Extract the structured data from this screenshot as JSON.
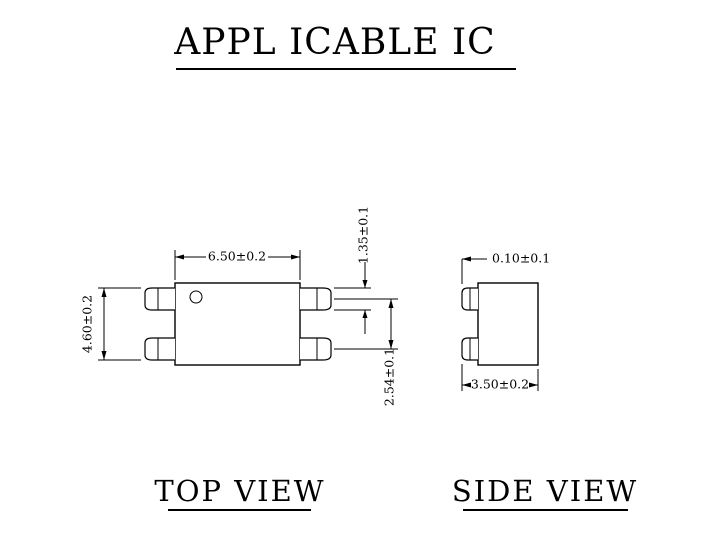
{
  "title": "APPL ICABLE IC",
  "top_view": {
    "label": "TOP VIEW",
    "dimensions": {
      "body_width": "6.50±0.2",
      "overall_height": "4.60±0.2",
      "pin_width": "1.35±0.1",
      "pin_pitch": "2.54±0.1"
    }
  },
  "side_view": {
    "label": "SIDE VIEW",
    "dimensions": {
      "standoff": "0.10±0.1",
      "body_depth": "3.50±0.2"
    }
  },
  "colors": {
    "line": "#000000",
    "background": "#ffffff"
  }
}
